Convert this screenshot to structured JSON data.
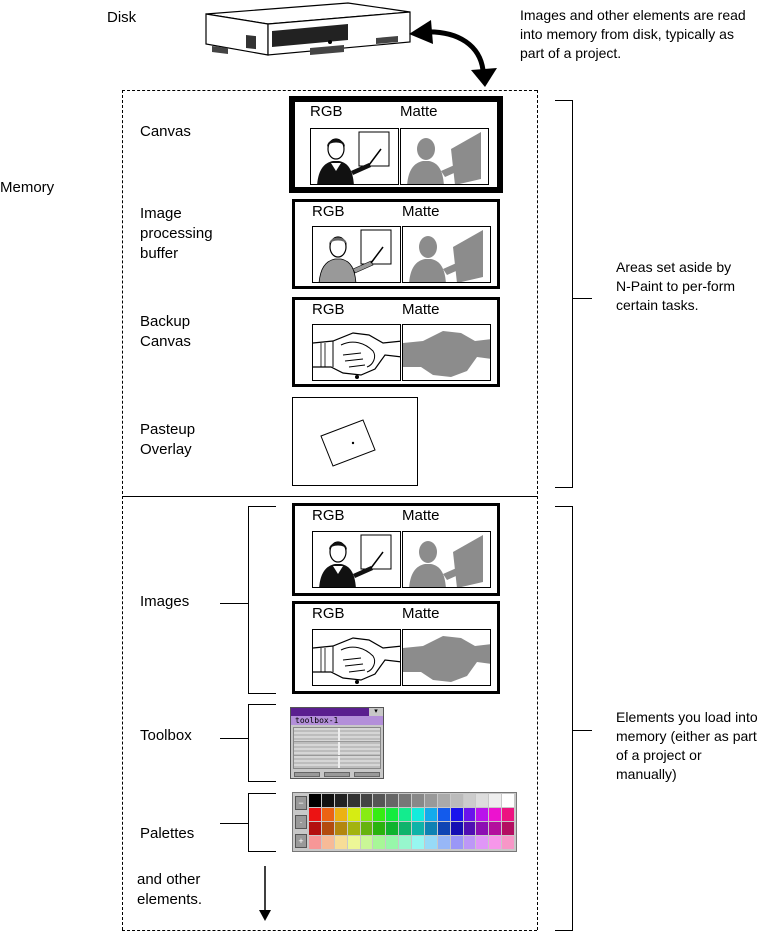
{
  "disk": {
    "label": "Disk"
  },
  "memory": {
    "label": "Memory"
  },
  "notes": {
    "disk_read": "Images and other elements are read into memory from disk, typically as part of a project.",
    "areas": "Areas set aside by N-Paint to per-form certain tasks.",
    "elements": "Elements you load into memory (either as part of a project or manually)"
  },
  "areas": [
    {
      "label": "Canvas",
      "left": "RGB",
      "right": "Matte"
    },
    {
      "label": "Image processing buffer",
      "left": "RGB",
      "right": "Matte"
    },
    {
      "label": "Backup Canvas",
      "left": "RGB",
      "right": "Matte"
    },
    {
      "label": "Pasteup Overlay"
    }
  ],
  "elements": {
    "images_label": "Images",
    "image_panels": [
      {
        "left": "RGB",
        "right": "Matte"
      },
      {
        "left": "RGB",
        "right": "Matte"
      }
    ],
    "toolbox_label": "Toolbox",
    "toolbox_window": {
      "title": "toolbox-1"
    },
    "palettes_label": "Palettes",
    "palette_buttons": [
      "−",
      "·",
      "+"
    ],
    "other_label": "and other elements."
  },
  "colors": {
    "matte_gray": "#8c8c8c",
    "toolbox_title": "#5a1f8f",
    "toolbox_bar": "#b38fd9"
  }
}
